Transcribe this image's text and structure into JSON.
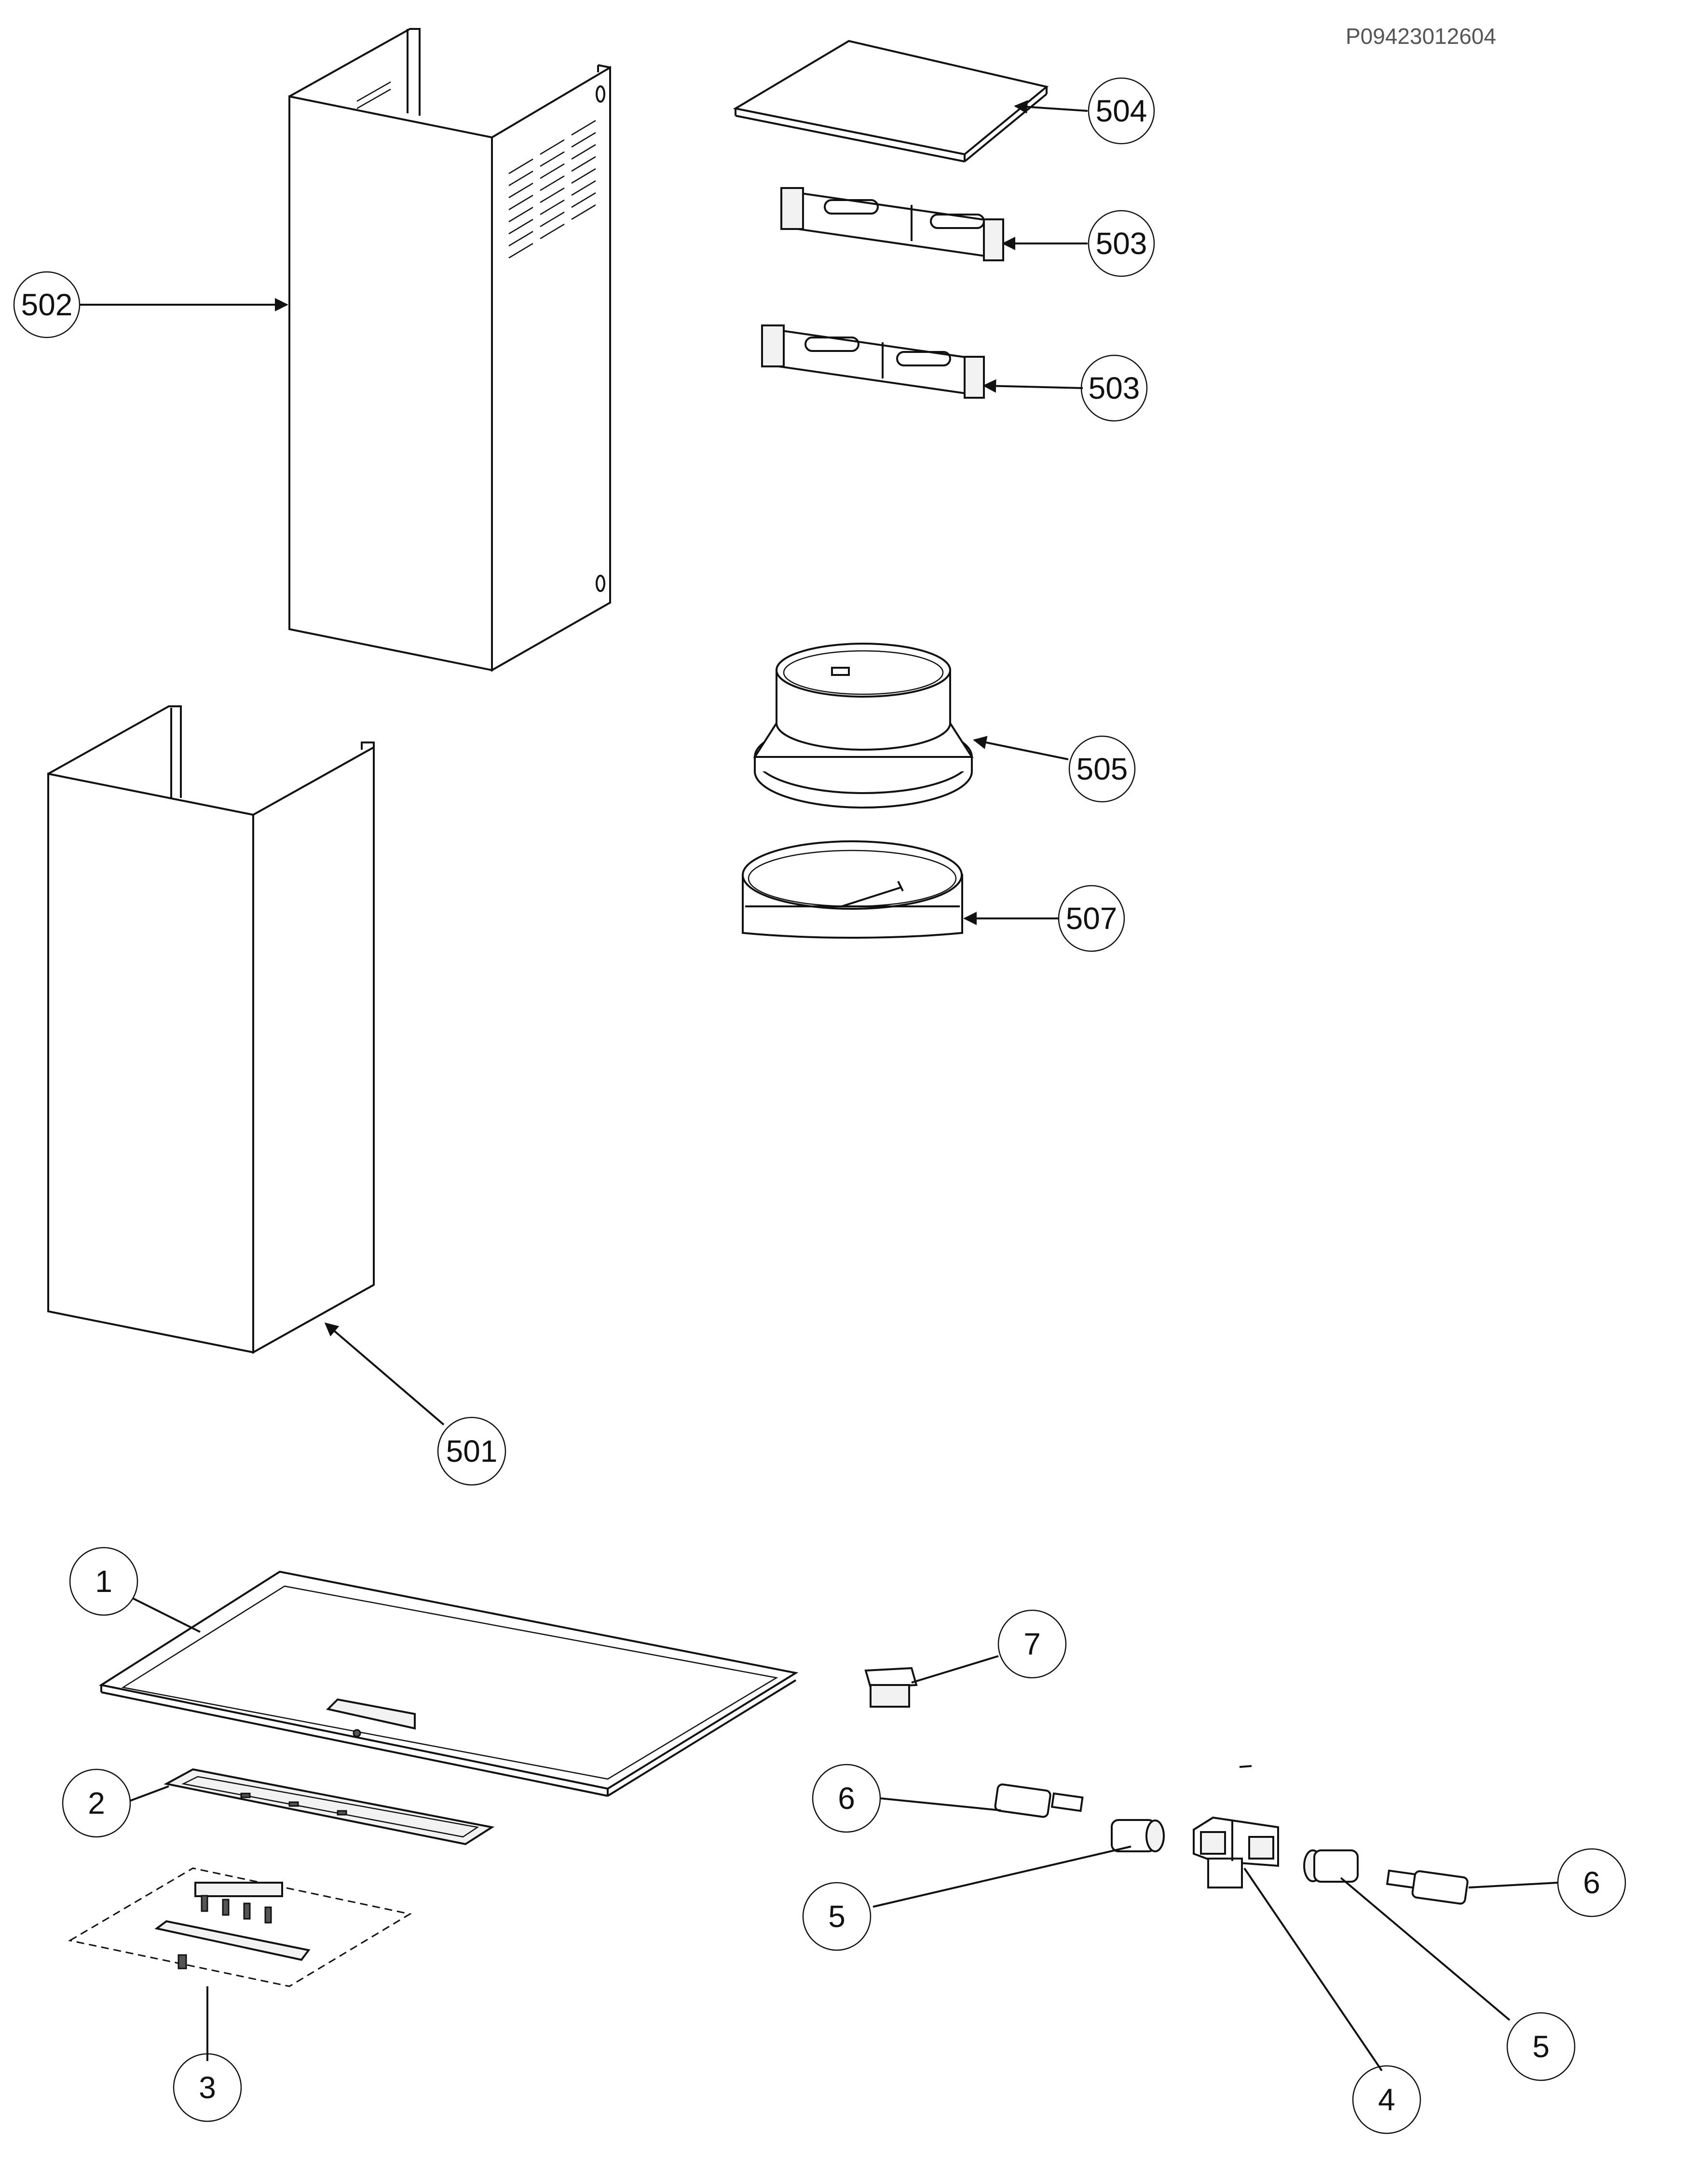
{
  "document": {
    "code": "P09423012604"
  },
  "callouts": {
    "c502": "502",
    "c504": "504",
    "c503a": "503",
    "c503b": "503",
    "c505": "505",
    "c507": "507",
    "c501": "501",
    "c1": "1",
    "c2": "2",
    "c3": "3",
    "c4": "4",
    "c5a": "5",
    "c5b": "5",
    "c6a": "6",
    "c6b": "6",
    "c7": "7"
  }
}
